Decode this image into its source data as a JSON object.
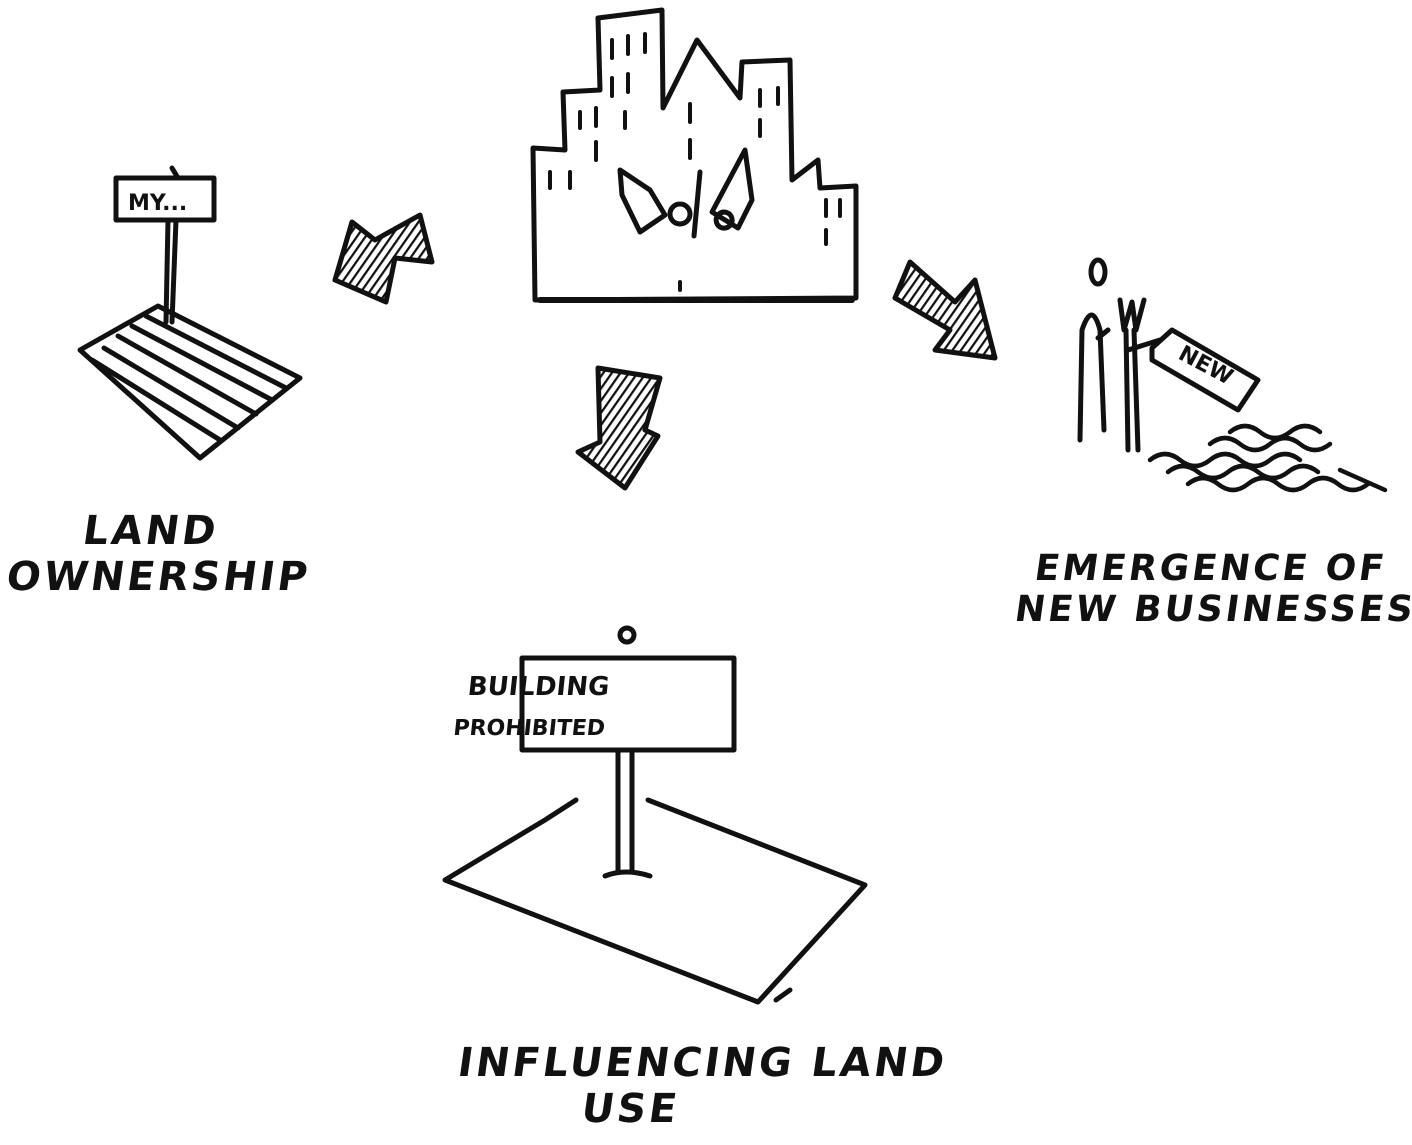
{
  "diagram": {
    "nodes": {
      "land_ownership": {
        "label_line1": "LAND",
        "label_line2": "OWNERSHIP",
        "sign_text": "MY..."
      },
      "land_use": {
        "label_line1": "INFLUENCING LAND",
        "label_line2": "USE",
        "sign_line1": "BUILDING",
        "sign_line2": "PROHIBITED"
      },
      "new_businesses": {
        "label_line1": "EMERGENCE OF",
        "label_line2": "NEW BUSINESSES",
        "tag_text": "NEW"
      }
    },
    "ink_color": "#111111",
    "background_color": "#ffffff"
  }
}
